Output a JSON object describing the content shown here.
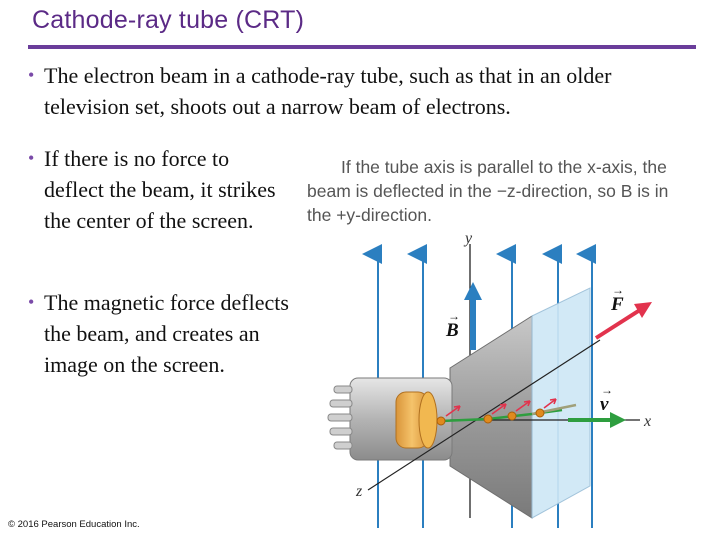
{
  "title": "Cathode-ray tube (CRT)",
  "bullets": [
    "The electron beam in a cathode-ray tube, such as that in an older television set, shoots out a narrow beam of electrons.",
    "If there is no force to deflect the beam, it strikes the center of the screen.",
    "The magnetic force deflects the beam, and creates an image on the screen."
  ],
  "caption": {
    "line1": "If the tube axis is parallel to the x-axis, the",
    "line2": "beam is deflected in the −z-direction, so B is in",
    "line3": "the +y-direction."
  },
  "diagram": {
    "axis_x": "x",
    "axis_y": "y",
    "axis_z": "z",
    "label_B": "B",
    "label_F": "F",
    "label_v": "v"
  },
  "colors": {
    "title": "#5b2a86",
    "field_lines": "#2b7fc0",
    "force": "#e2334d",
    "velocity": "#2e9e3f"
  },
  "copyright": "© 2016 Pearson Education Inc."
}
